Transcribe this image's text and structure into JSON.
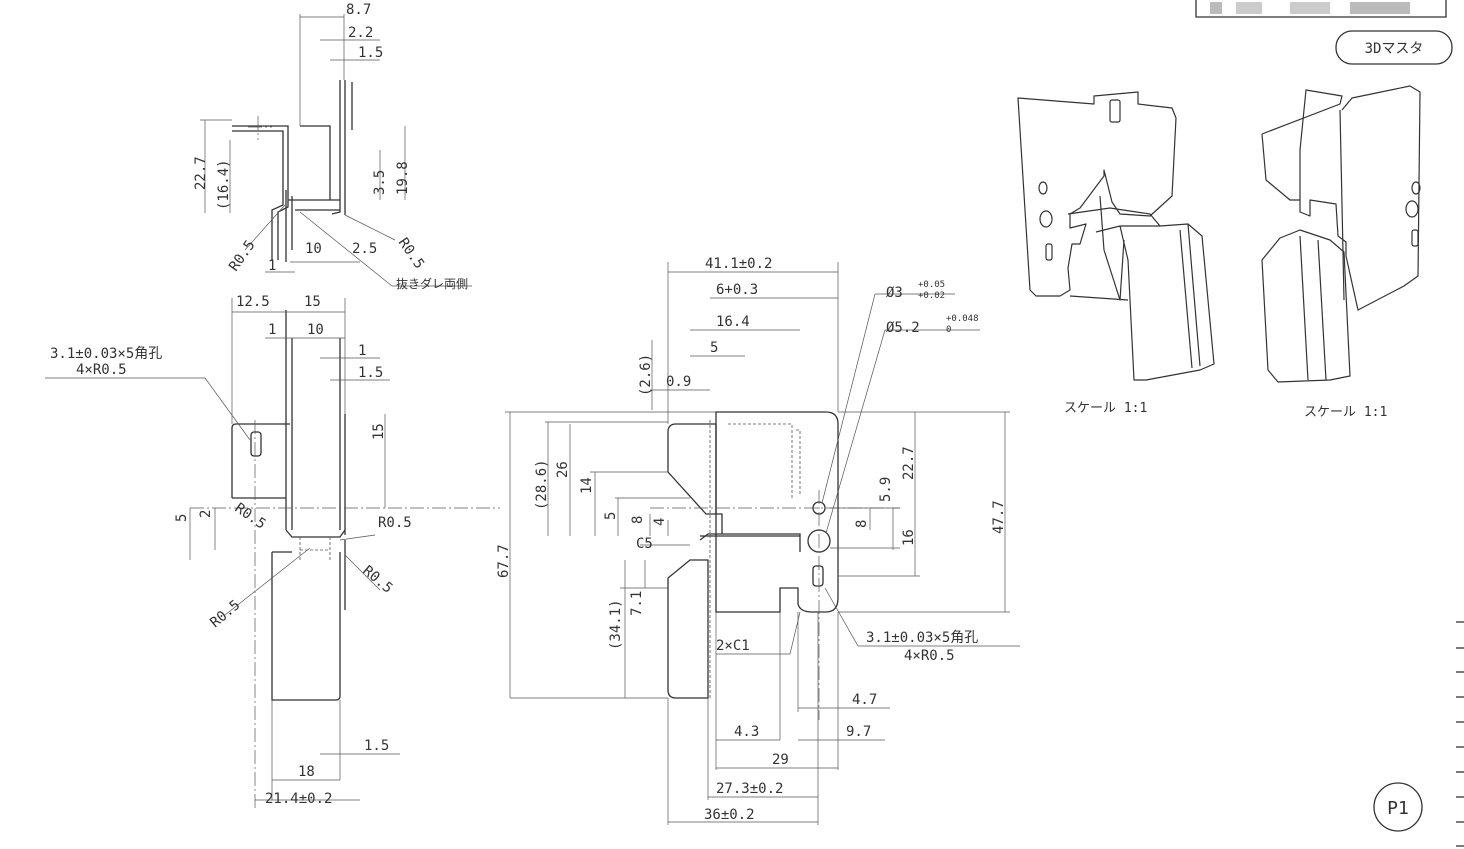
{
  "title_block": {
    "badge": "3Dマスタ",
    "page": "P1"
  },
  "views": {
    "scale_left": "スケール 1:1",
    "scale_right": "スケール 1:1"
  },
  "dims": {
    "top_view": {
      "d1": "8.7",
      "d2": "2.2",
      "d3": "1.5",
      "d4": "22.7",
      "d5": "(16.4)",
      "d6": "3.5",
      "d7": "19.8",
      "d8": "R0.5",
      "d9": "10",
      "d10": "2.5",
      "d11": "R0.5",
      "d12": "1",
      "note": "抜きダレ両側"
    },
    "side_view": {
      "d1": "12.5",
      "d2": "15",
      "d3": "1",
      "d4": "10",
      "d5": "1",
      "d6": "1.5",
      "hole1": "3.1±0.03×5角孔",
      "hole2": "4×R0.5",
      "d7": "15",
      "d8": "5",
      "d9": "2",
      "d10": "R0.5",
      "d11": "R0.5",
      "d12": "R0.5",
      "d13": "R0.5",
      "d14": "1.5",
      "d15": "18",
      "d16": "21.4±0.2"
    },
    "front_view": {
      "d1": "41.1±0.2",
      "d2": "6+0.3",
      "d3": "16.4",
      "d4": "5",
      "d5": "(2.6)",
      "d6": "0.9",
      "hole_a": "Ø3",
      "hole_a_tol_up": "+0.05",
      "hole_a_tol_lo": "+0.02",
      "hole_b": "Ø5.2",
      "hole_b_tol_up": "+0.048",
      "hole_b_tol_lo": "0",
      "d7": "(28.6)",
      "d8": "26",
      "d9": "14",
      "d10": "5",
      "d11": "8",
      "d12": "4",
      "d13": "C5",
      "d14": "67.7",
      "d15": "(34.1)",
      "d16": "7.1",
      "d17": "5.9",
      "d18": "22.7",
      "d19": "8",
      "d20": "16",
      "d21": "47.7",
      "d22": "2×C1",
      "hole1": "3.1±0.03×5角孔",
      "hole2": "4×R0.5",
      "d23": "4.7",
      "d24": "4.3",
      "d25": "9.7",
      "d26": "29",
      "d27": "27.3±0.2",
      "d28": "36±0.2"
    }
  }
}
